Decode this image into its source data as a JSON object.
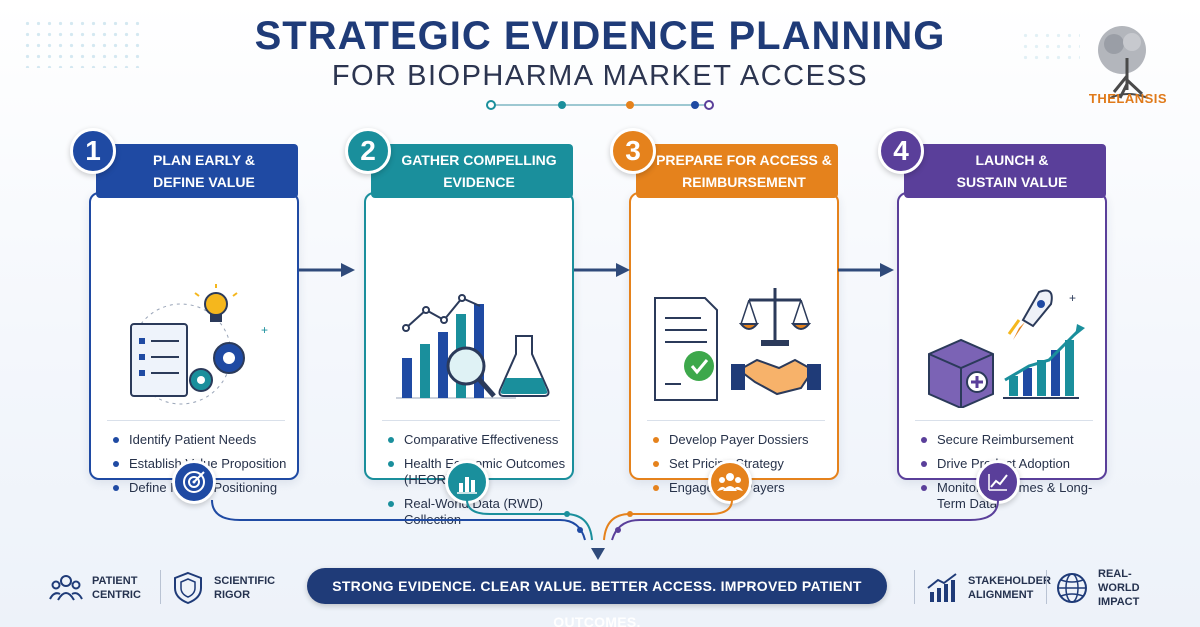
{
  "header": {
    "title_line1": "STRATEGIC EVIDENCE PLANNING",
    "title_line2": "FOR BIOPHARMA MARKET ACCESS",
    "logo_text": "THELANSIS"
  },
  "colors": {
    "step1": "#1f4aa3",
    "step2": "#1a8f9c",
    "step3": "#e5821c",
    "step4": "#5a3f9a",
    "navy": "#1f3b78"
  },
  "steps": [
    {
      "number": "1",
      "title_l1": "PLAN EARLY &",
      "title_l2": "DEFINE VALUE",
      "bullets": [
        "Identify Patient Needs",
        "Establish Value Proposition",
        "Define Market Positioning"
      ],
      "bottom_icon": "target-icon"
    },
    {
      "number": "2",
      "title_l1": "GATHER COMPELLING",
      "title_l2": "EVIDENCE",
      "bullets": [
        "Comparative Effectiveness",
        "Health Economic Outcomes (HEOR)",
        "Real-World Data (RWD) Collection"
      ],
      "bottom_icon": "bar-chart-icon"
    },
    {
      "number": "3",
      "title_l1": "PREPARE FOR ACCESS &",
      "title_l2": "REIMBURSEMENT",
      "bullets": [
        "Develop Payer Dossiers",
        "Set Pricing Strategy",
        "Engage with Payers"
      ],
      "bottom_icon": "group-icon"
    },
    {
      "number": "4",
      "title_l1": "LAUNCH &",
      "title_l2": "SUSTAIN VALUE",
      "bullets": [
        "Secure Reimbursement",
        "Drive Product Adoption",
        "Monitor Outcomes & Long-Term Data"
      ],
      "bottom_icon": "trend-chart-icon"
    }
  ],
  "footer": {
    "tagline": "STRONG EVIDENCE. CLEAR VALUE. BETTER ACCESS. IMPROVED PATIENT OUTCOMES.",
    "features": [
      {
        "l1": "PATIENT",
        "l2": "CENTRIC",
        "icon": "people-icon"
      },
      {
        "l1": "SCIENTIFIC",
        "l2": "RIGOR",
        "icon": "shield-icon"
      },
      {
        "l1": "STAKEHOLDER",
        "l2": "ALIGNMENT",
        "icon": "growth-chart-icon"
      },
      {
        "l1": "REAL-WORLD",
        "l2": "IMPACT",
        "icon": "globe-icon"
      }
    ]
  }
}
